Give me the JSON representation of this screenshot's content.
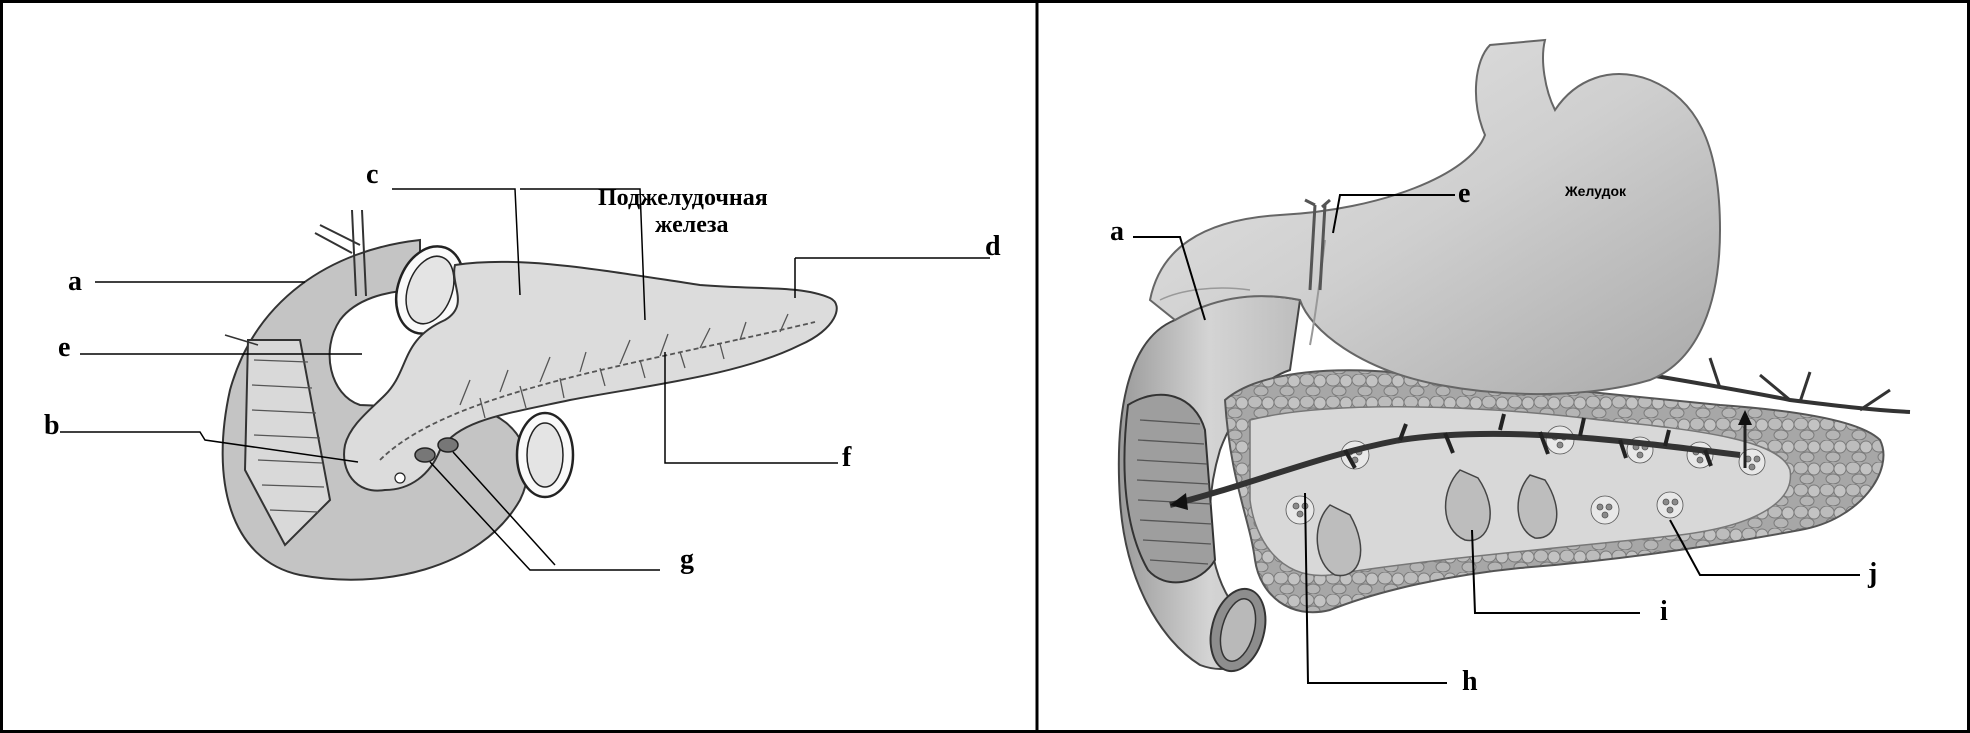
{
  "left_figure": {
    "caption_line1": "Поджелудочная",
    "caption_line2": "железа",
    "labels": {
      "a": "a",
      "b": "b",
      "c": "c",
      "d": "d",
      "e": "e",
      "f": "f",
      "g": "g"
    }
  },
  "right_figure": {
    "stomach_label": "Желудок",
    "labels": {
      "a": "a",
      "e": "e",
      "h": "h",
      "i": "i",
      "j": "j"
    }
  }
}
